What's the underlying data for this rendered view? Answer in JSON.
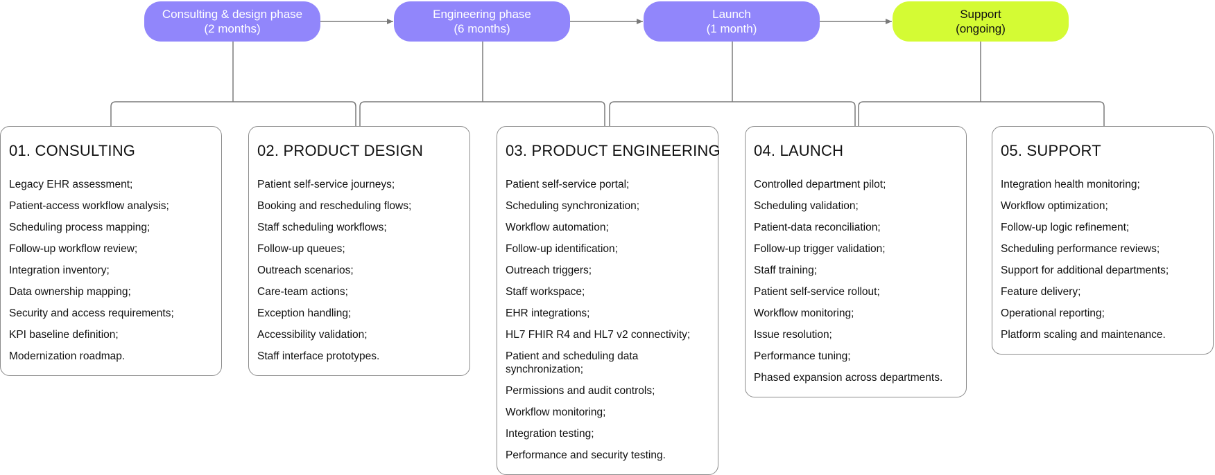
{
  "colors": {
    "phase": "#9186fb",
    "support_phase": "#d4fb34",
    "connector": "#7a7a7a",
    "card_border": "#8a8a8a"
  },
  "phases": [
    {
      "line1": "Consulting & design phase",
      "line2": "(2 months)"
    },
    {
      "line1": "Engineering phase",
      "line2": "(6 months)"
    },
    {
      "line1": "Launch",
      "line2": "(1 month)"
    },
    {
      "line1": "Support",
      "line2": "(ongoing)"
    }
  ],
  "stages": [
    {
      "title": "01. CONSULTING",
      "items": [
        "Legacy EHR assessment;",
        "Patient-access workflow analysis;",
        "Scheduling process mapping;",
        "Follow-up workflow review;",
        "Integration inventory;",
        "Data ownership mapping;",
        "Security and access requirements;",
        "KPI baseline definition;",
        "Modernization roadmap."
      ]
    },
    {
      "title": "02. PRODUCT DESIGN",
      "items": [
        "Patient self-service journeys;",
        "Booking and rescheduling flows;",
        "Staff scheduling workflows;",
        "Follow-up queues;",
        "Outreach scenarios;",
        "Care-team actions;",
        "Exception handling;",
        "Accessibility validation;",
        "Staff interface prototypes."
      ]
    },
    {
      "title": "03. PRODUCT ENGINEERING",
      "items": [
        "Patient self-service portal;",
        "Scheduling synchronization;",
        "Workflow automation;",
        "Follow-up identification;",
        "Outreach triggers;",
        "Staff workspace;",
        "EHR integrations;",
        "HL7 FHIR R4 and HL7 v2 connectivity;",
        "Patient and scheduling data synchronization;",
        "Permissions and audit controls;",
        "Workflow monitoring;",
        "Integration testing;",
        "Performance and security testing."
      ]
    },
    {
      "title": "04. LAUNCH",
      "items": [
        "Controlled department pilot;",
        "Scheduling validation;",
        "Patient-data reconciliation;",
        "Follow-up trigger validation;",
        "Staff training;",
        "Patient self-service rollout;",
        "Workflow monitoring;",
        "Issue resolution;",
        "Performance tuning;",
        "Phased expansion across departments."
      ]
    },
    {
      "title": "05. SUPPORT",
      "items": [
        "Integration health monitoring;",
        "Workflow optimization;",
        "Follow-up logic refinement;",
        "Scheduling performance reviews;",
        "Support for additional departments;",
        "Feature delivery;",
        "Operational reporting;",
        "Platform scaling and maintenance."
      ]
    }
  ]
}
